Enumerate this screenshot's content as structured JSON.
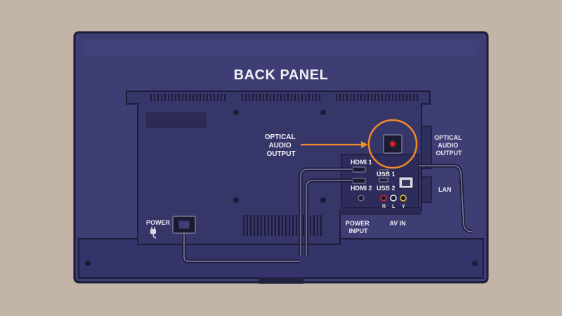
{
  "title": "BACK PANEL",
  "labels": {
    "optical_callout": [
      "OPTICAL",
      "AUDIO",
      "OUTPUT"
    ],
    "optical_side": [
      "OPTICAL",
      "AUDIO",
      "OUTPUT"
    ],
    "hdmi1": "HDMI 1",
    "hdmi2": "HDMI 2",
    "usb1": "USB 1",
    "usb2": "USB 2",
    "lan": "LAN",
    "power_left": "POWER",
    "power_input": [
      "POWER",
      "INPUT"
    ],
    "av_in": "AV IN",
    "av_r": "R",
    "av_l": "L",
    "av_y": "Y"
  },
  "colors": {
    "background": "#c2b4a6",
    "tv_body": "#3e3d74",
    "tv_outline": "#1c1b38",
    "panel": "#373668",
    "accent_orange": "#f08a2a",
    "optical_light": "#e0282a"
  },
  "icons": {
    "power_plug": "plug-icon",
    "optical_port": "optical-port-icon",
    "lan_port": "ethernet-port-icon"
  }
}
